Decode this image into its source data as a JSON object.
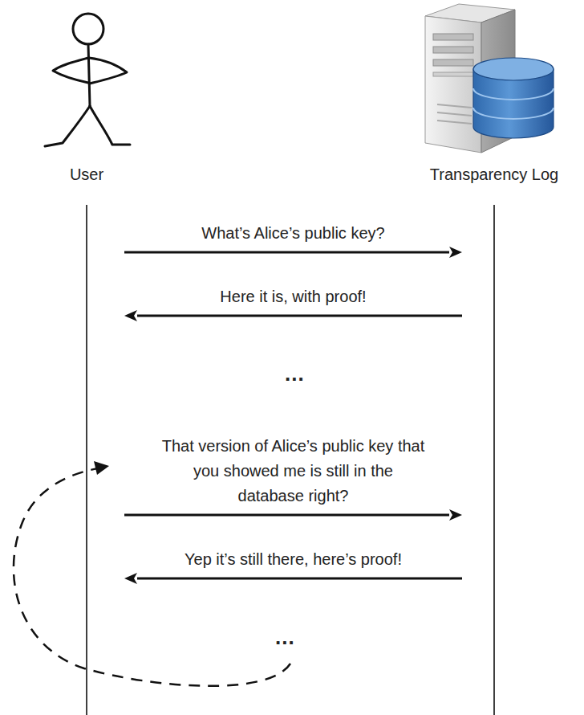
{
  "diagram": {
    "nodes": [
      {
        "text": [
          "User"
        ]
      },
      {
        "text": [
          "Transparency Log"
        ]
      }
    ],
    "edges": [
      {
        "from": 0,
        "to": 1,
        "label": "What’s Alice’s public key?",
        "arrow": "to"
      },
      {
        "from": 1,
        "to": 0,
        "label": "Here it is, with proof!",
        "arrow": "to"
      },
      {
        "from": 0,
        "to": 1,
        "label": "That version of Alice’s public key that you showed me is still in the database right?",
        "arrow": "to"
      },
      {
        "from": 1,
        "to": 0,
        "label": "Yep it’s still there, here’s proof!",
        "arrow": "to"
      }
    ],
    "labels": [
      "...",
      "..."
    ]
  }
}
